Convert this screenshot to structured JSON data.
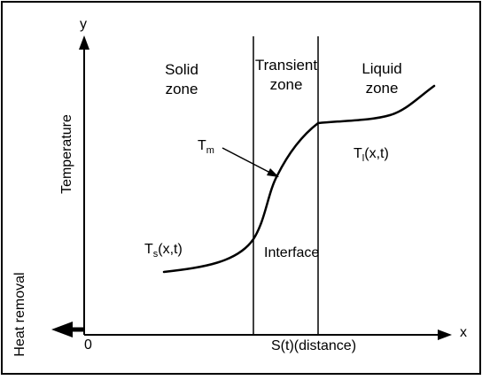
{
  "axes": {
    "y_label": "y",
    "x_label": "x",
    "origin_label": "0"
  },
  "zones": {
    "solid": [
      "Solid",
      "zone"
    ],
    "transient": [
      "Transient",
      "zone"
    ],
    "liquid": [
      "Liquid",
      "zone"
    ]
  },
  "labels": {
    "temperature": "Temperature",
    "heat_removal": "Heat removal",
    "interface": "Interface",
    "distance": "S(t)(distance)",
    "t_m": {
      "main": "T",
      "sub": "m"
    },
    "t_s": {
      "main": "T",
      "sub": "s",
      "tail": "(x,t)"
    },
    "t_l": {
      "main": "T",
      "sub": "l",
      "tail": "(x,t)"
    }
  },
  "colors": {
    "ink": "#000000",
    "background": "#ffffff"
  }
}
